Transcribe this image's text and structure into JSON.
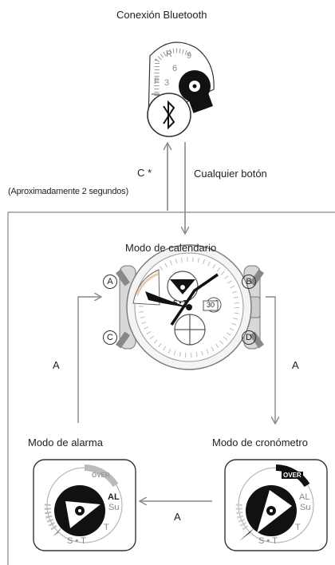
{
  "title": "Conexión Bluetooth",
  "arrow_up_label": "C *",
  "arrow_up_note": "(Aproximadamente 2 segundos)",
  "arrow_down_label": "Cualquier botón",
  "calendar_mode": "Modo de calendario",
  "alarm_mode": "Modo de alarma",
  "stopwatch_mode": "Modo de cronómetro",
  "buttons": {
    "a": "A",
    "b": "B",
    "c": "C",
    "d": "D"
  },
  "transition_label": "A",
  "dial": {
    "st": "S • T",
    "date": "30",
    "over": "OVER",
    "al": "AL",
    "su": "Su",
    "t": "T",
    "st_bottom": "S • T",
    "scale": [
      "R",
      "9",
      "6",
      "3",
      "F"
    ]
  }
}
